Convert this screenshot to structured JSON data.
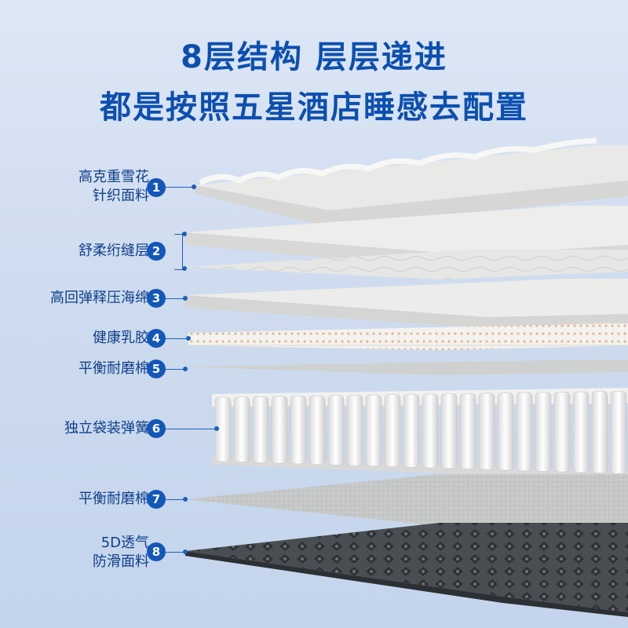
{
  "headline": {
    "line1": "8层结构 层层递进",
    "line2": "都是按照五星酒店睡感去配置"
  },
  "layers": [
    {
      "number": "1",
      "label_lines": [
        "高克重雪花",
        "针织面料"
      ]
    },
    {
      "number": "2",
      "label_lines": [
        "舒柔绗缝层"
      ]
    },
    {
      "number": "3",
      "label_lines": [
        "高回弹释压海绵"
      ]
    },
    {
      "number": "4",
      "label_lines": [
        "健康乳胶"
      ]
    },
    {
      "number": "5",
      "label_lines": [
        "平衡耐磨棉"
      ]
    },
    {
      "number": "6",
      "label_lines": [
        "独立袋装弹簧"
      ]
    },
    {
      "number": "7",
      "label_lines": [
        "平衡耐磨棉"
      ]
    },
    {
      "number": "8",
      "label_lines": [
        "5D透气",
        "防滑面料"
      ]
    }
  ],
  "colors": {
    "accent": "#1357b9",
    "title": "#0c4fb0",
    "label": "#0f3f8a"
  }
}
